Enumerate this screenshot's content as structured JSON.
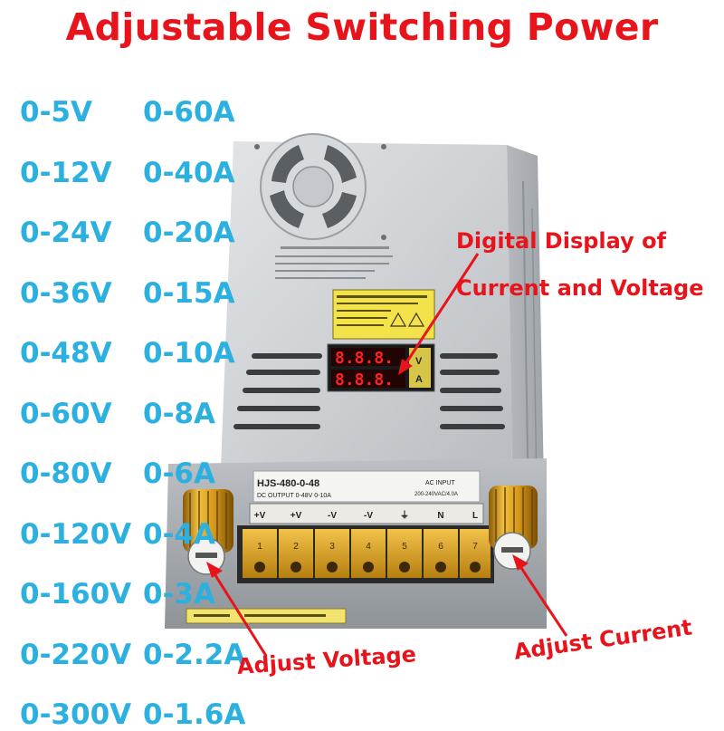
{
  "title": "Adjustable Switching Power",
  "specs": [
    {
      "voltage": "0-5V",
      "current": "0-60A"
    },
    {
      "voltage": "0-12V",
      "current": "0-40A"
    },
    {
      "voltage": "0-24V",
      "current": "0-20A"
    },
    {
      "voltage": "0-36V",
      "current": "0-15A"
    },
    {
      "voltage": "0-48V",
      "current": "0-10A"
    },
    {
      "voltage": "0-60V",
      "current": "0-8A"
    },
    {
      "voltage": "0-80V",
      "current": "0-6A"
    },
    {
      "voltage": "0-120V",
      "current": "0-4A"
    },
    {
      "voltage": "0-160V",
      "current": "0-3A"
    },
    {
      "voltage": "0-220V",
      "current": "0-2.2A"
    },
    {
      "voltage": "0-300V",
      "current": "0-1.6A"
    }
  ],
  "callouts": {
    "display_line1": "Digital Display of",
    "display_line2": "Current and Voltage",
    "adjust_voltage": "Adjust Voltage",
    "adjust_current": "Adjust Current"
  },
  "product": {
    "model_label": "HJS-480-0-48",
    "dc_output": "DC OUTPUT 0-48V 0-10A",
    "ac_input_title": "AC INPUT",
    "ac_input_value": "200-240VAC/4.0A",
    "terminals": [
      "+V",
      "+V",
      "-V",
      "-V",
      "⏚",
      "N",
      "L"
    ],
    "terminal_numbers": [
      "1",
      "2",
      "3",
      "4",
      "5",
      "6",
      "7"
    ],
    "display_top": "8.8.8.",
    "display_bottom": "8.8.8.",
    "display_unit_v": "V",
    "display_unit_a": "A"
  },
  "colors": {
    "title": "#e8141c",
    "spec_text": "#2bb0e0",
    "callout": "#e8141c",
    "arrow": "#e8141c",
    "chassis": "#c9cccf",
    "terminal_gold": "#d9a21f",
    "knob_gold": "#d89a18"
  }
}
